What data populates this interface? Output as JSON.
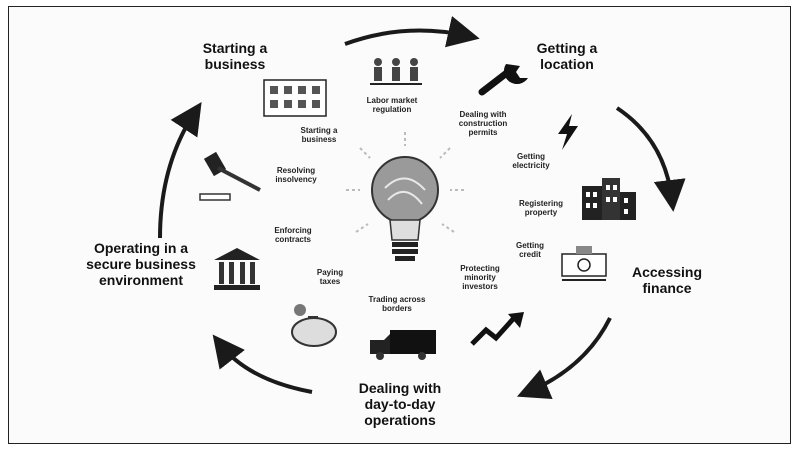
{
  "phases": {
    "starting": "Starting a business",
    "location": "Getting a location",
    "finance": "Accessing finance",
    "operations": "Dealing with day-to-day operations",
    "secure": "Operating in a secure business environment"
  },
  "indicators": {
    "labor": "Labor market regulation",
    "construction": "Dealing with construction permits",
    "starting": "Starting a business",
    "electricity": "Getting electricity",
    "property": "Registering property",
    "insolvency": "Resolving insolvency",
    "credit": "Getting credit",
    "contracts": "Enforcing contracts",
    "taxes": "Paying taxes",
    "trading": "Trading across borders",
    "investors": "Protecting minority investors"
  },
  "icons": [
    "office-building-icon",
    "workers-icon",
    "wrench-icon",
    "lightning-icon",
    "buildings-icon",
    "gavel-icon",
    "bank-icon",
    "money-stack-icon",
    "piggy-bank-icon",
    "truck-icon",
    "trend-chart-icon",
    "lightbulb-icon"
  ],
  "colors": {
    "arrow": "#1a1a1a",
    "ink": "#111111",
    "bulb": "#9a9a9a"
  }
}
